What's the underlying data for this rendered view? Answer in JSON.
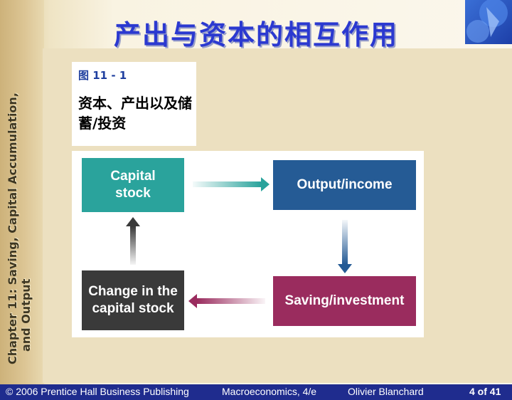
{
  "slide": {
    "title": "产出与资本的相互作用",
    "chapter_line1": "Chapter 11: Saving, Capital Accumulation,",
    "chapter_line2": "and Output"
  },
  "figure": {
    "number": "图 11 - 1",
    "title": "资本、产出以及储蓄/投资"
  },
  "diagram": {
    "nodes": {
      "capital_stock": "Capital stock",
      "output_income": "Output/income",
      "saving_investment": "Saving/investment",
      "change_capital": "Change in the capital stock"
    },
    "colors": {
      "capital_stock": "#2aa39c",
      "output_income": "#255b95",
      "saving_investment": "#9a2c5e",
      "change_capital": "#3a3a3a"
    }
  },
  "footer": {
    "publisher": "© 2006 Prentice Hall Business Publishing",
    "book": "Macroeconomics, 4/e",
    "author": "Olivier Blanchard",
    "page": "4 of 41"
  }
}
